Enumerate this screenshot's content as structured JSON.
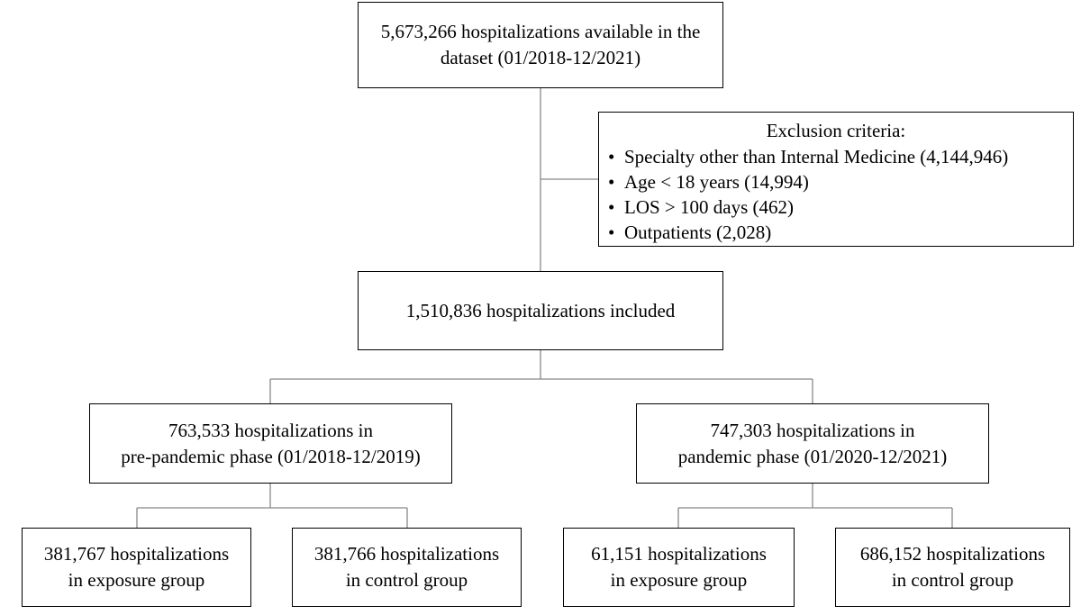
{
  "boxes": {
    "total": {
      "lines": [
        "5,673,266 hospitalizations available in the",
        "dataset (01/2018-12/2021)"
      ]
    },
    "exclusion": {
      "title": "Exclusion criteria:",
      "bullet": "•",
      "items": [
        "Specialty other than Internal Medicine (4,144,946)",
        "Age < 18 years (14,994)",
        "LOS > 100 days (462)",
        "Outpatients (2,028)"
      ]
    },
    "included": {
      "lines": [
        "1,510,836 hospitalizations included"
      ]
    },
    "pre_pandemic": {
      "lines": [
        "763,533 hospitalizations in",
        "pre-pandemic phase (01/2018-12/2019)"
      ]
    },
    "pandemic": {
      "lines": [
        "747,303 hospitalizations in",
        "pandemic phase (01/2020-12/2021)"
      ]
    },
    "pre_exposure": {
      "lines": [
        "381,767 hospitalizations",
        "in exposure group"
      ]
    },
    "pre_control": {
      "lines": [
        "381,766 hospitalizations",
        "in control group"
      ]
    },
    "pan_exposure": {
      "lines": [
        "61,151 hospitalizations",
        "in exposure group"
      ]
    },
    "pan_control": {
      "lines": [
        "686,152 hospitalizations",
        "in control group"
      ]
    }
  }
}
